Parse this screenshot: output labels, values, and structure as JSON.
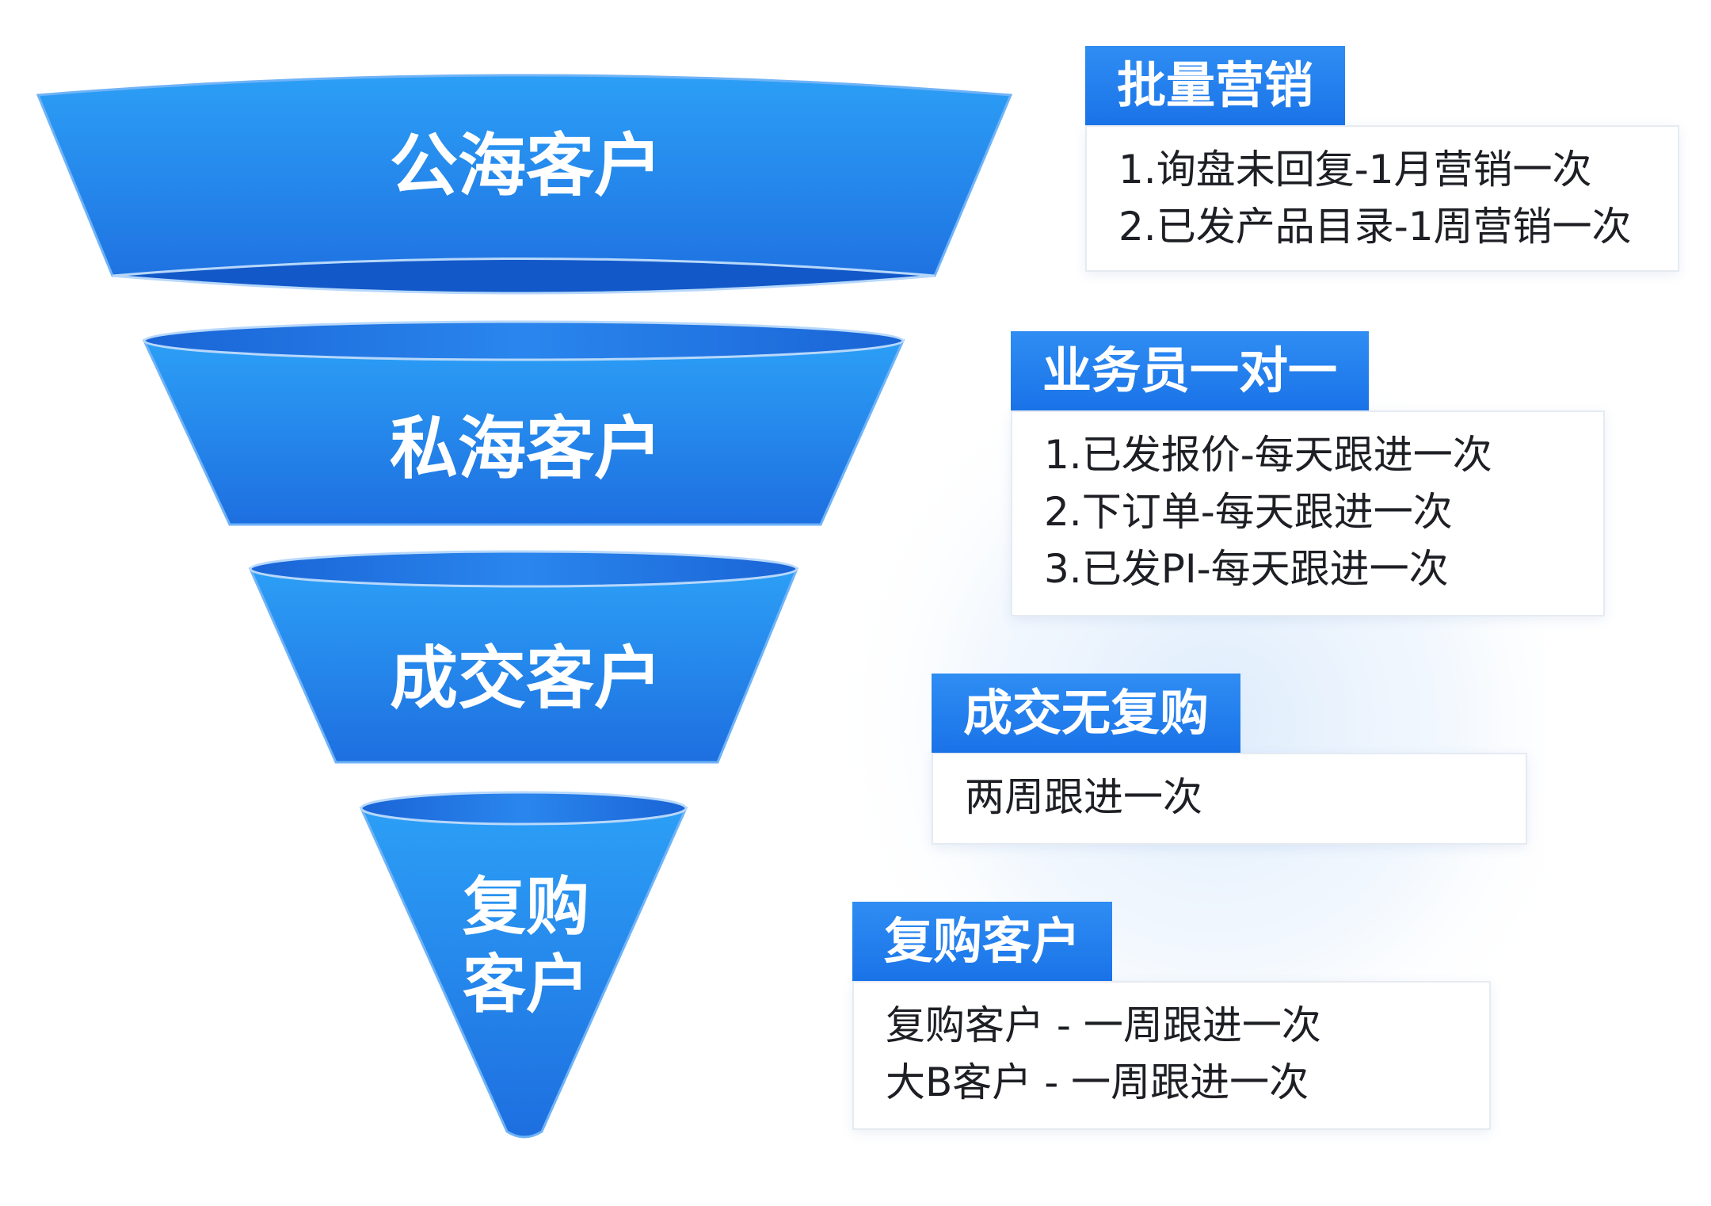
{
  "funnel": {
    "stages": [
      {
        "label": "公海客户"
      },
      {
        "label": "私海客户"
      },
      {
        "label": "成交客户"
      },
      {
        "label_line1": "复购",
        "label_line2": "客户"
      }
    ]
  },
  "panels": [
    {
      "title": "批量营销",
      "lines": [
        "1.询盘未回复-1月营销一次",
        "2.已发产品目录-1周营销一次"
      ]
    },
    {
      "title": "业务员一对一",
      "lines": [
        "1.已发报价-每天跟进一次",
        "2.下订单-每天跟进一次",
        "3.已发PI-每天跟进一次"
      ]
    },
    {
      "title": "成交无复购",
      "lines": [
        "两周跟进一次"
      ]
    },
    {
      "title": "复购客户",
      "lines": [
        "复购客户 - 一周跟进一次",
        "大B客户 - 一周跟进一次"
      ]
    }
  ],
  "colors": {
    "funnel_top": "#2a9af5",
    "funnel_bottom": "#1f6fe0",
    "rim": "#0f56c9",
    "title_bg": "#1a73e8",
    "glow": "#dbe9fb"
  }
}
